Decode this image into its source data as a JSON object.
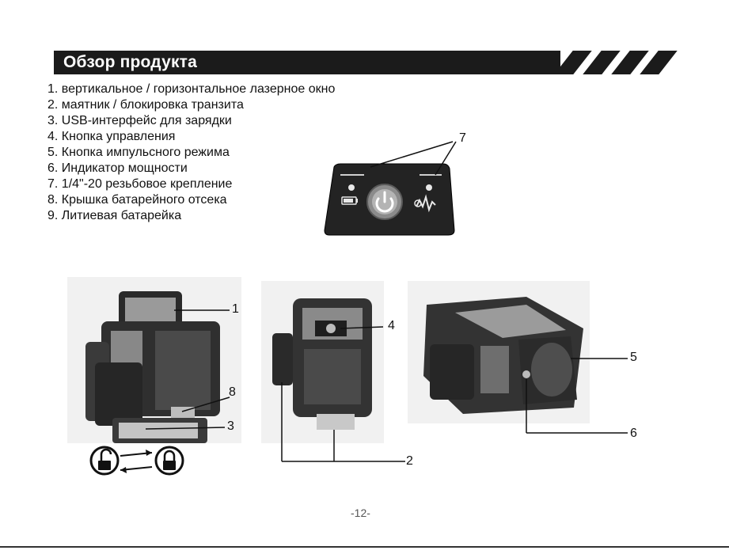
{
  "header": {
    "title": "Обзор продукта"
  },
  "features": [
    "1. вертикальное / горизонтальное лазерное окно",
    "2. маятник / блокировка транзита",
    "3. USB-интерфейс для зарядки",
    "4. Кнопка управления",
    "5. Кнопка импульсного режима",
    "6. Индикатор мощности",
    "7. 1/4\"-20 резьбовое крепление",
    "8. Крышка батарейного отсека",
    "9. Литиевая батарейка"
  ],
  "callouts": {
    "c1": "1",
    "c2": "2",
    "c3": "3",
    "c4": "4",
    "c5": "5",
    "c6": "6",
    "c7": "7",
    "c8": "8"
  },
  "footer": {
    "page_number": "-12-"
  },
  "icons": [
    "power-icon",
    "battery-icon",
    "pulse-icon",
    "lock-open-icon",
    "lock-closed-icon"
  ]
}
